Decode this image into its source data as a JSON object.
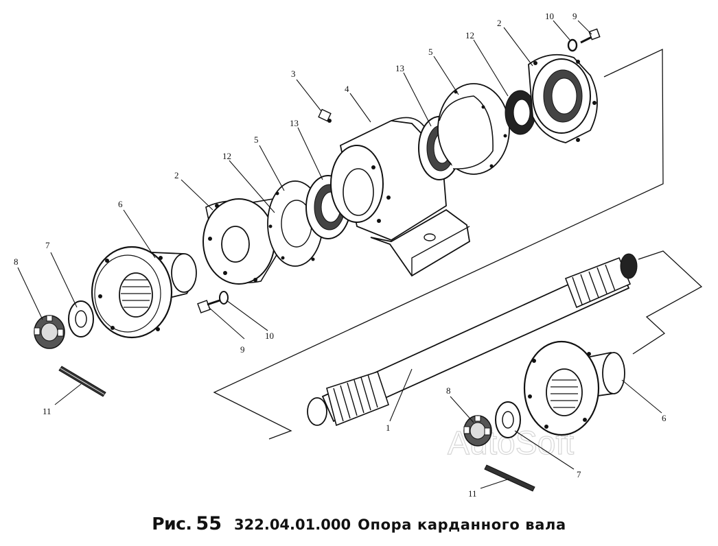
{
  "caption": {
    "figure_label": "Рис.",
    "figure_number": "55",
    "part_code": "322.04.01.000",
    "title": "Опора карданного вала"
  },
  "watermark": "AutoSoft",
  "callouts": {
    "shaft": "1",
    "flange_cover": "2",
    "grease_fitting": "3",
    "bearing_housing": "4",
    "gasket": "5",
    "flange_yoke": "6",
    "washer": "7",
    "castle_nut": "8",
    "bolt": "9",
    "lock_washer": "10",
    "cotter_pin": "11",
    "oil_seal": "12",
    "ball_bearing": "13"
  }
}
